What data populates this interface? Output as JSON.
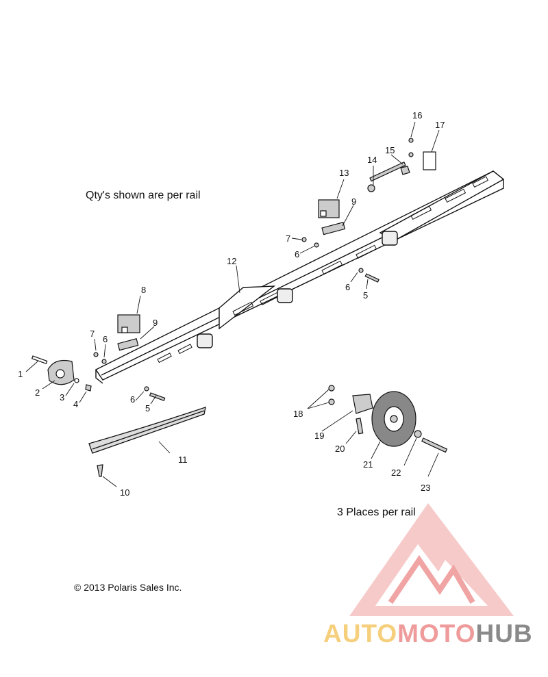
{
  "notes": {
    "qty": "Qty's shown are per rail",
    "places": "3 Places per rail",
    "copyright": "© 2013 Polaris Sales Inc."
  },
  "callouts": [
    "1",
    "2",
    "3",
    "4",
    "5",
    "5",
    "6",
    "6",
    "6",
    "6",
    "7",
    "7",
    "8",
    "9",
    "9",
    "10",
    "11",
    "12",
    "13",
    "14",
    "15",
    "16",
    "17",
    "18",
    "19",
    "20",
    "21",
    "22",
    "23"
  ],
  "watermark": {
    "part1": "AUTO",
    "part2": "MOTO",
    "part3": "HUB"
  },
  "colors": {
    "line": "#111111",
    "watermark_red": "#ef9b9b",
    "watermark_yellow": "#f6cf7c",
    "watermark_gray": "#8a8a8a"
  }
}
